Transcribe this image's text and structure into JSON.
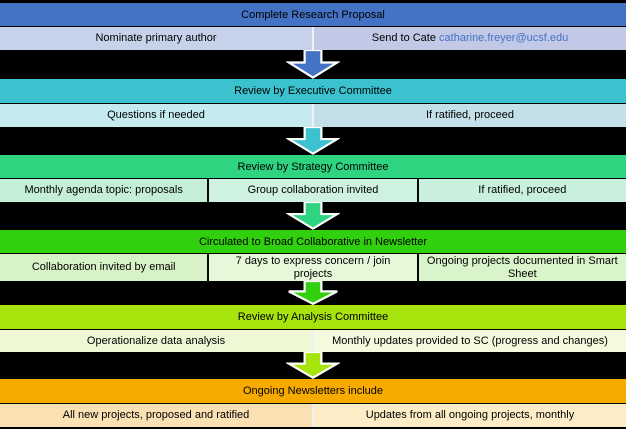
{
  "canvas": {
    "background": "#000000",
    "arrow_outline": "#ffffff",
    "text_color": "#000000"
  },
  "flow": {
    "stages": [
      {
        "title": "Complete Research Proposal",
        "colors": {
          "header": "#4472c4",
          "arrow": "#4472c4"
        },
        "cells": [
          {
            "text": "Nominate primary author",
            "bg": "#c6d2ea"
          },
          {
            "text": "Send to Cate",
            "link": "catharine.freyer@ucsf.edu",
            "link_color": "#4472c4",
            "bg": "#c2c9e6"
          }
        ]
      },
      {
        "title": "Review by Executive Committee",
        "colors": {
          "header": "#3bc2ce",
          "arrow": "#3bc2ce"
        },
        "cells": [
          {
            "text": "Questions if needed",
            "bg": "#c6ebee"
          },
          {
            "text": "If ratified, proceed",
            "bg": "#c3dfe8"
          }
        ]
      },
      {
        "title": "Review by Strategy Committee",
        "colors": {
          "header": "#2ed47f",
          "arrow": "#2ed47f"
        },
        "cells": [
          {
            "text": "Monthly agenda topic: proposals",
            "bg": "#c5eed6"
          },
          {
            "text": "Group collaboration invited",
            "bg": "#cff1df"
          },
          {
            "text": "If ratified, proceed",
            "bg": "#c9f0dd"
          }
        ]
      },
      {
        "title": "Circulated to Broad Collaborative in Newsletter",
        "colors": {
          "header": "#30d00e",
          "arrow": "#30d00e"
        },
        "cells": [
          {
            "text": "Collaboration invited by email",
            "bg": "#d8f2c8"
          },
          {
            "text": "7 days to express concern / join projects",
            "bg": "#e5f8d9"
          },
          {
            "text": "Ongoing projects documented in Smart Sheet",
            "bg": "#d9f3ca"
          }
        ]
      },
      {
        "title": "Review by Analysis Committee",
        "colors": {
          "header": "#a7e30c",
          "arrow": "#a7e30c"
        },
        "cells": [
          {
            "text": "Operationalize data analysis",
            "bg": "#eef8d5"
          },
          {
            "text": "Monthly updates provided to SC (progress and changes)",
            "bg": "#f3fadd"
          }
        ]
      },
      {
        "title": "Ongoing Newsletters include",
        "colors": {
          "header": "#f7ab00"
        },
        "cells": [
          {
            "text": "All new projects, proposed and ratified",
            "bg": "#fbe0b4"
          },
          {
            "text": "Updates from all ongoing projects, monthly",
            "bg": "#fcedc6"
          }
        ]
      }
    ]
  }
}
